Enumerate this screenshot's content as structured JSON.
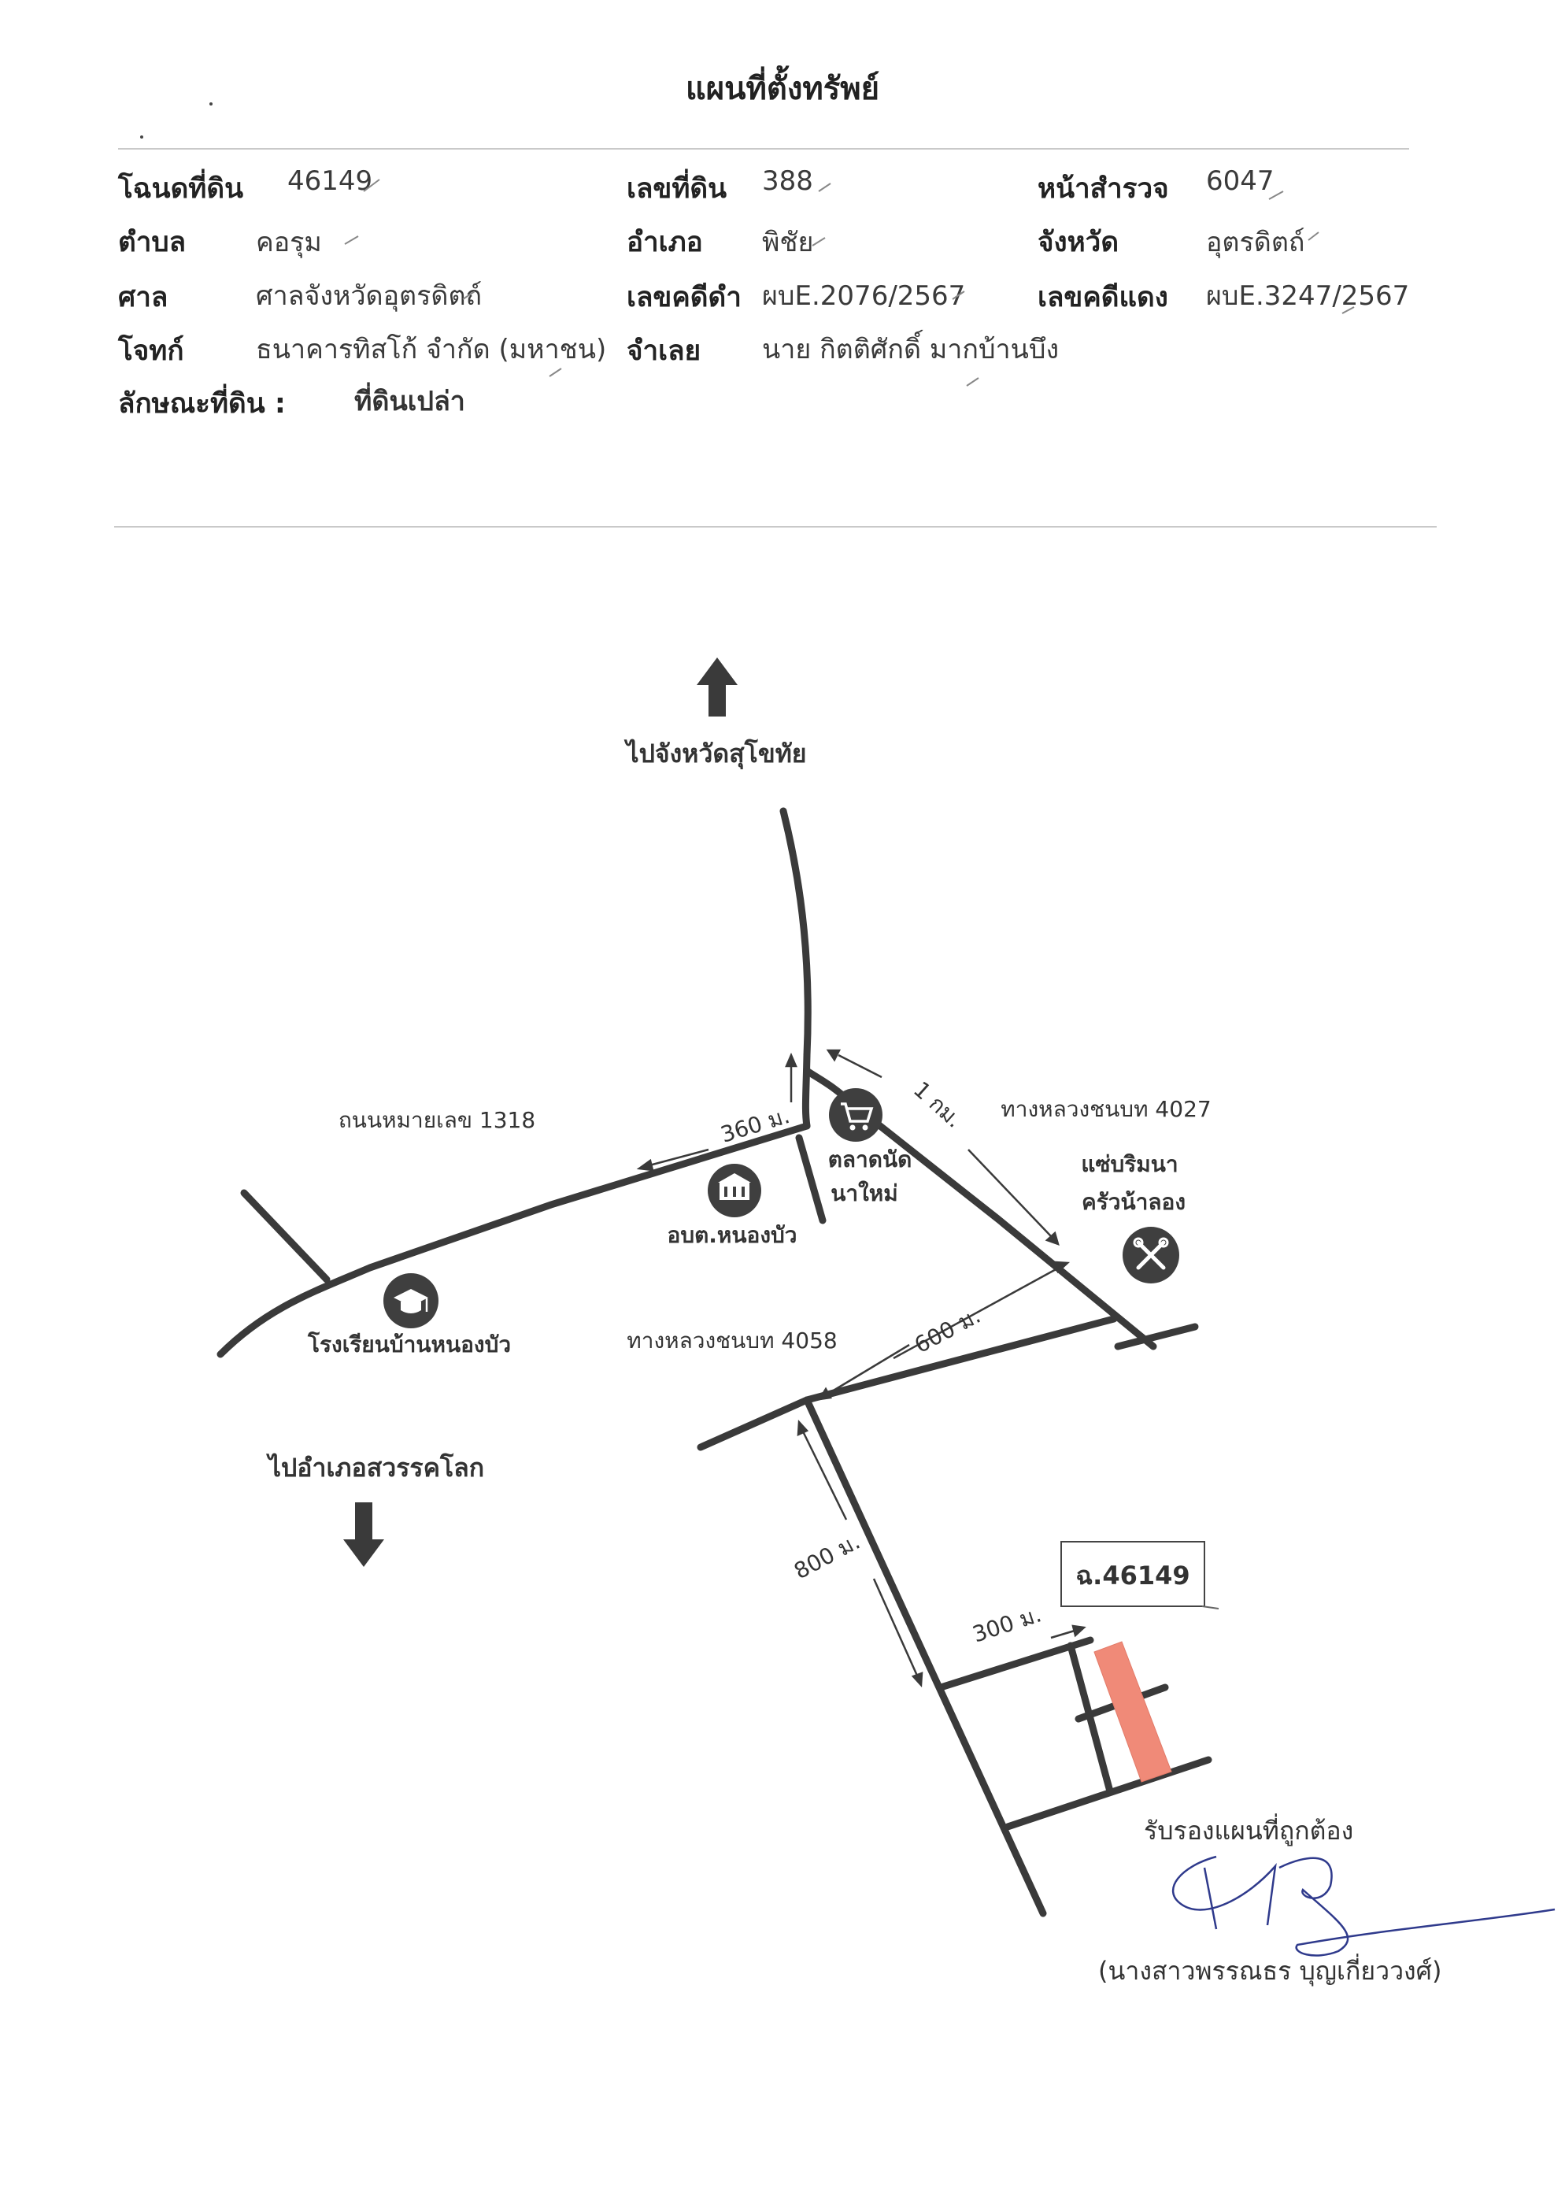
{
  "page": {
    "title": "แผนที่ตั้งทรัพย์"
  },
  "info": {
    "deed_label": "โฉนดที่ดิน",
    "deed_value": "46149",
    "land_no_label": "เลขที่ดิน",
    "land_no_value": "388",
    "survey_label": "หน้าสำรวจ",
    "survey_value": "6047",
    "subdistrict_label": "ตำบล",
    "subdistrict_value": "คอรุม",
    "district_label": "อำเภอ",
    "district_value": "พิชัย",
    "province_label": "จังหวัด",
    "province_value": "อุตรดิตถ์",
    "court_label": "ศาล",
    "court_value": "ศาลจังหวัดอุตรดิตถ์",
    "black_case_label": "เลขคดีดำ",
    "black_case_value": "ผบE.2076/2567",
    "red_case_label": "เลขคดีแดง",
    "red_case_value": "ผบE.3247/2567",
    "plaintiff_label": "โจทก์",
    "plaintiff_value": "ธนาคารทิสโก้ จำกัด (มหาชน)",
    "defendant_label": "จำเลย",
    "defendant_value": "นาย กิตติศักดิ์ มากบ้านบึง",
    "land_type_label": "ลักษณะที่ดิน :",
    "land_type_value": "ที่ดินเปล่า"
  },
  "map": {
    "north_label": "ไปจังหวัดสุโขทัย",
    "south_label": "ไปอำเภอสวรรคโลก",
    "road_1318": "ถนนหมายเลข 1318",
    "road_4027": "ทางหลวงชนบท 4027",
    "road_4058": "ทางหลวงชนบท 4058",
    "dist_360": "360 ม.",
    "dist_1km": "1 กม.",
    "dist_600": "600 ม.",
    "dist_800": "800 ม.",
    "dist_300": "300 ม.",
    "market_label_1": "ตลาดนัด",
    "market_label_2": "นาใหม่",
    "office_label": "อบต.หนองบัว",
    "school_label": "โรงเรียนบ้านหนองบัว",
    "repair_label_1": "แซ่บริมนา",
    "repair_label_2": "ครัวน้าลอง",
    "parcel_label": "ฉ.46149",
    "icons": [
      "shopping-cart-icon",
      "government-building-icon",
      "graduation-cap-icon",
      "tools-icon",
      "north-arrow-icon",
      "south-arrow-icon"
    ],
    "colors": {
      "road": "#3a3a3a",
      "parcel": "#f08a78",
      "icon_bg": "#3f3f3f"
    }
  },
  "certification": {
    "text": "รับรองแผนที่ถูกต้อง",
    "name": "(นางสาวพรรณธร บุญเกี่ยววงศ์)"
  }
}
